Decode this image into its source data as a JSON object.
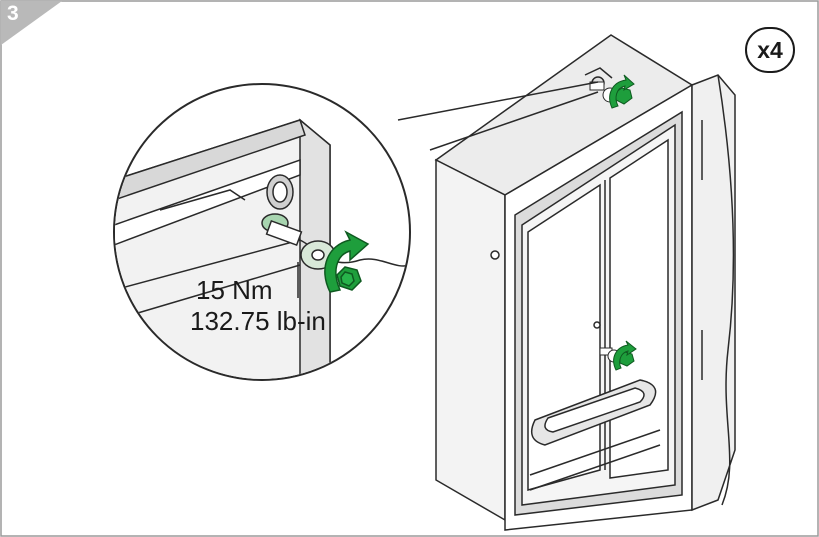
{
  "step": {
    "number": "3"
  },
  "quantity": {
    "label": "x4"
  },
  "torque": {
    "metric": "15 Nm",
    "imperial": "132.75 lb-in"
  },
  "colors": {
    "accent_green": "#1e9e3c",
    "tab_gray": "#b9b9b9",
    "line": "#2a2a2a",
    "frame": "#9a9a9a"
  },
  "icons": [
    "rotation-arrow-icon",
    "hex-nut-icon",
    "washer-icon"
  ]
}
